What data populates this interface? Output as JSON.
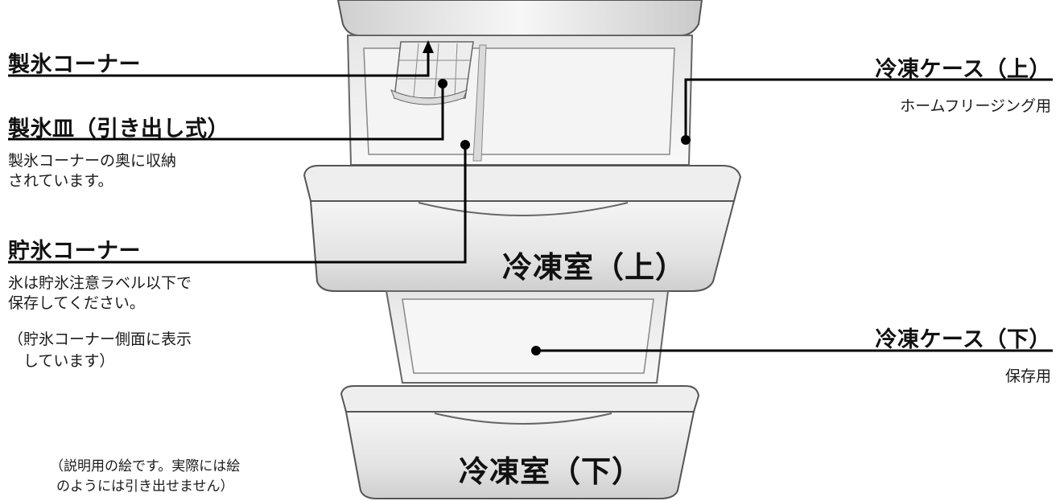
{
  "colors": {
    "line": "#000000",
    "body_light": "#f2f2f2",
    "body_mid": "#d9d9d9",
    "body_dark": "#9a9a9a",
    "outline": "#555555"
  },
  "labels": {
    "ice_corner": {
      "title": "製氷コーナー"
    },
    "ice_tray": {
      "title": "製氷皿（引き出し式）",
      "desc": [
        "製氷コーナーの奥に収納",
        "されています。"
      ]
    },
    "ice_storage": {
      "title": "貯氷コーナー",
      "desc": [
        "氷は貯氷注意ラベル以下で",
        "保存してください。",
        "（貯氷コーナー側面に表示",
        "　しています）"
      ]
    },
    "freezer_case_upper": {
      "title": "冷凍ケース（上）",
      "desc": "ホームフリージング用"
    },
    "freezer_case_lower": {
      "title": "冷凍ケース（下）",
      "desc": "保存用"
    }
  },
  "drawers": {
    "upper": "冷凍室（上）",
    "lower": "冷凍室（下）"
  },
  "note": [
    "（説明用の絵です。実際には絵",
    "のようには引き出せません）"
  ]
}
